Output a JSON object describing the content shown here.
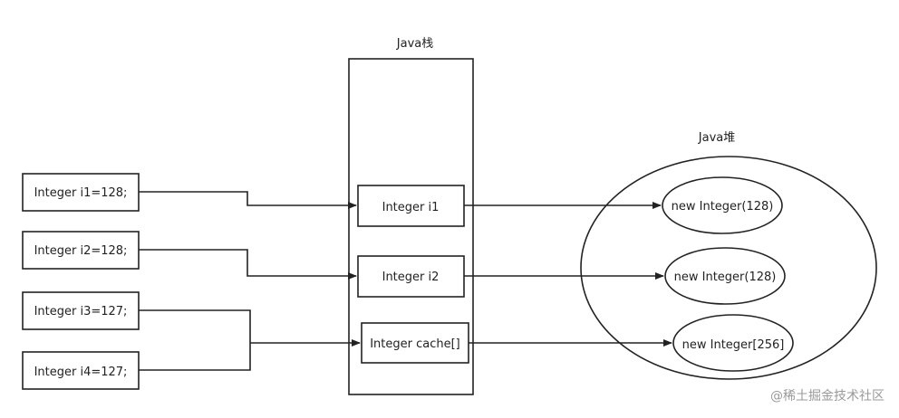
{
  "stack": {
    "title": "Java栈",
    "items": [
      "Integer i1",
      "Integer i2",
      "Integer cache[]"
    ]
  },
  "heap": {
    "title": "Java堆",
    "items": [
      "new Integer(128)",
      "new Integer(128)",
      "new Integer[256]"
    ]
  },
  "declarations": [
    "Integer i1=128;",
    "Integer i2=128;",
    "Integer i3=127;",
    "Integer i4=127;"
  ],
  "watermark": "@稀土掘金技术社区",
  "colors": {
    "stroke": "#222222",
    "background": "#ffffff",
    "watermark": "#9a9a9a"
  }
}
